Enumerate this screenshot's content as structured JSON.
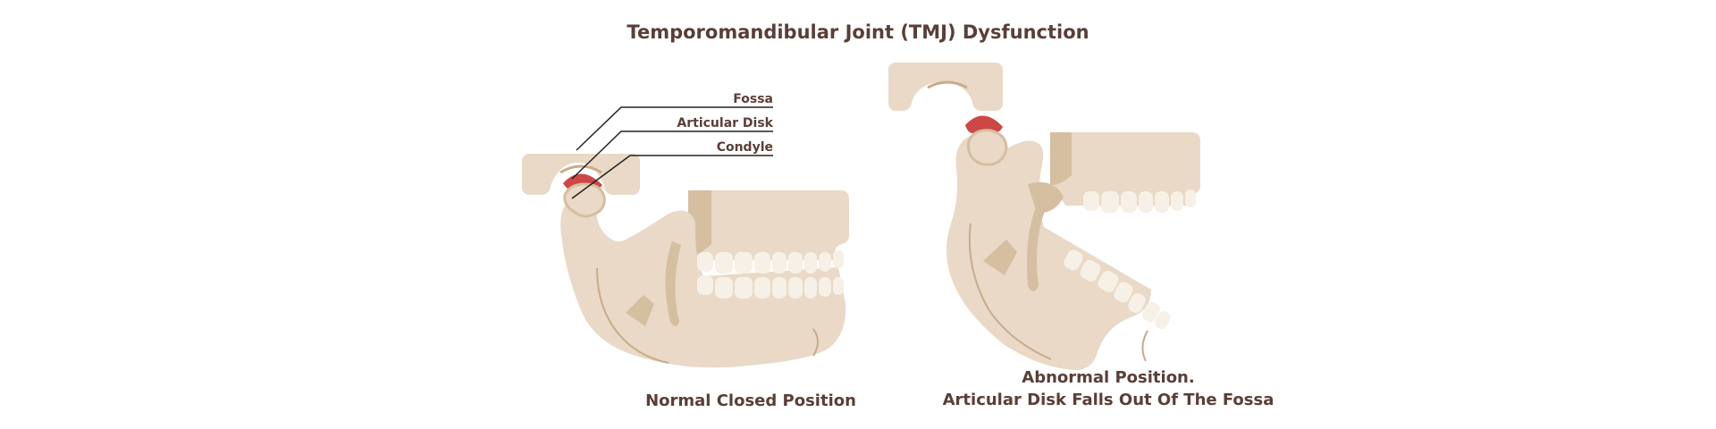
{
  "title": "Temporomandibular Joint (TMJ) Dysfunction",
  "labels": {
    "fossa": "Fossa",
    "articular_disk": "Articular Disk",
    "condyle": "Condyle"
  },
  "captions": {
    "normal": "Normal Closed Position",
    "abnormal_line1": "Abnormal Position.",
    "abnormal_line2": "Articular Disk Falls Out Of The Fossa"
  },
  "colors": {
    "bone": "#e9d9c6",
    "bone_shadow": "#d6bea1",
    "tooth": "#f7f0e6",
    "disk": "#cd4747",
    "text": "#5a3e37",
    "line": "#222222"
  }
}
